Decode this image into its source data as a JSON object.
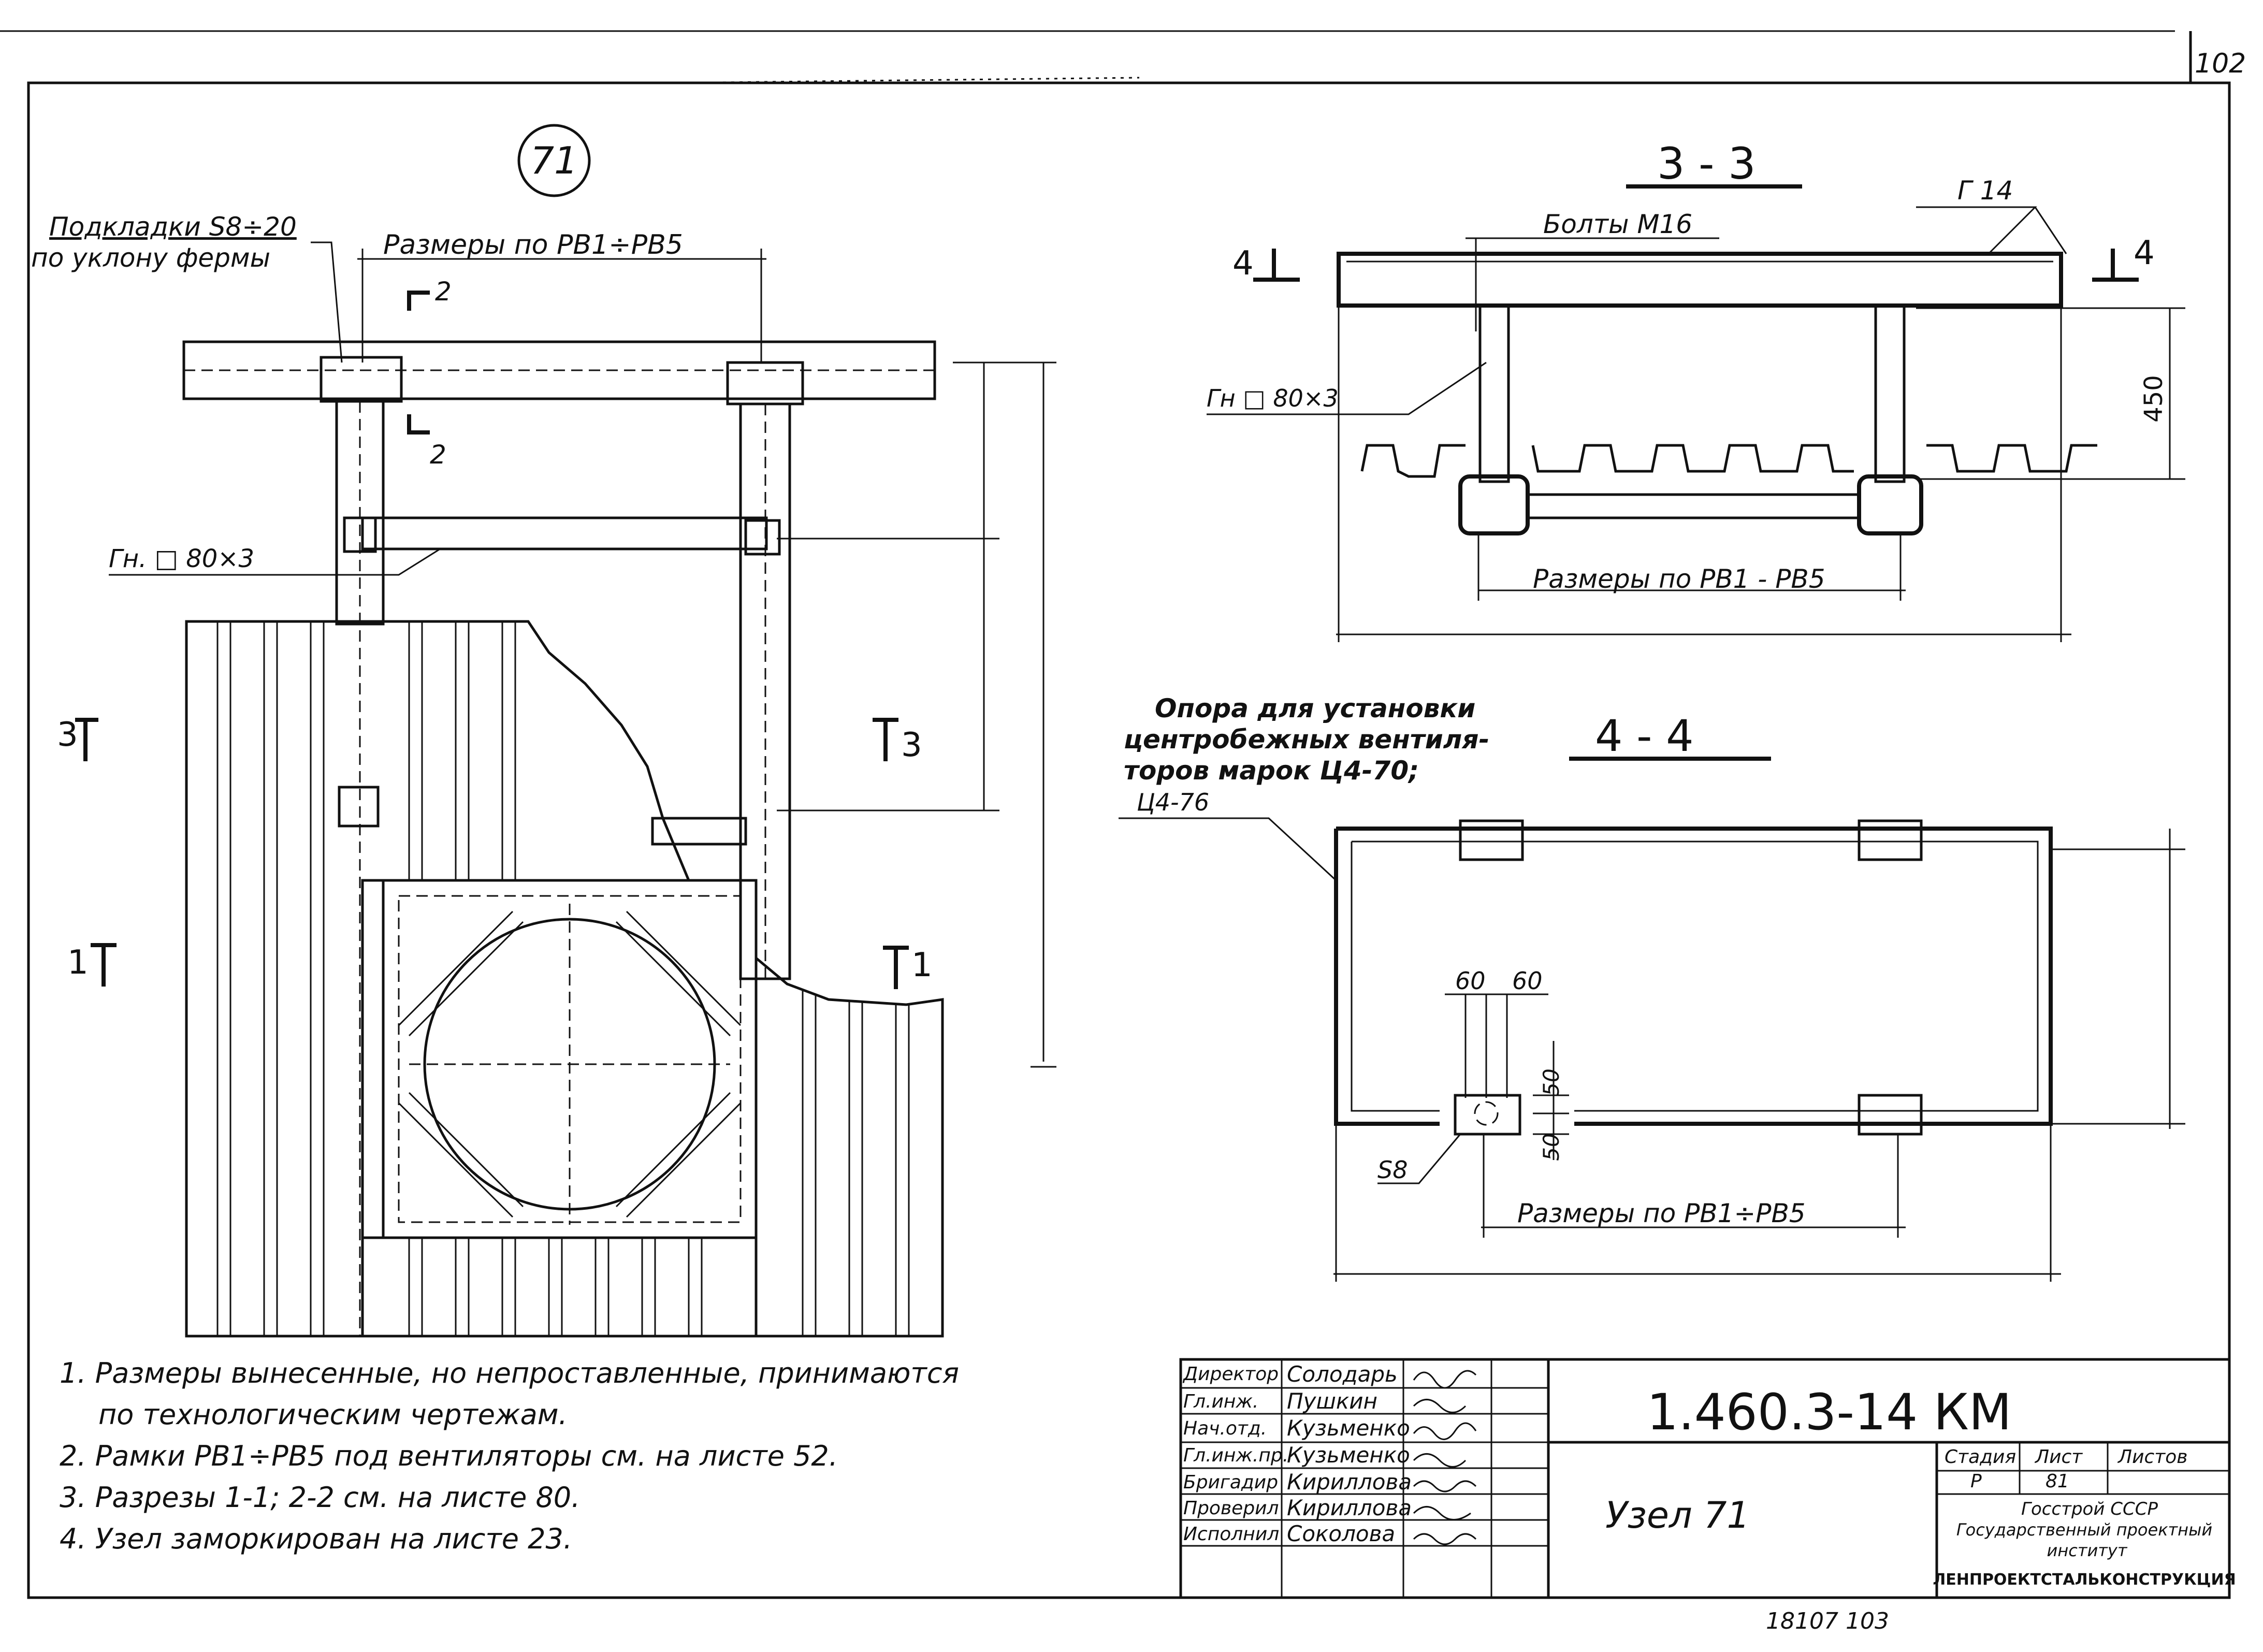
{
  "sheet": {
    "corner_number": "102",
    "bottom_number": "18107   103",
    "node_number": "71"
  },
  "plan": {
    "shims_label": "Подкладки S8÷20",
    "shims_label2": "по уклону фермы",
    "dims_label": "Размеры по РВ1÷РВ5",
    "pipe_label": "Гн. □ 80×3",
    "sec2_top": "2",
    "sec2_bottom": "2",
    "sec3_left": "3",
    "sec3_right": "3",
    "sec1_left": "1",
    "sec1_right": "1"
  },
  "view33": {
    "title": "3 - 3",
    "bolts": "Болты М16",
    "plate": "Г 14",
    "pipe": "Гн □ 80×3",
    "height": "450",
    "dims": "Размеры по РВ1 - РВ5",
    "cut_left": "4",
    "cut_right": "4"
  },
  "view44": {
    "title": "4 - 4",
    "desc1": "Опора для установки",
    "desc2": "центробежных вентиля-",
    "desc3": "торов марок Ц4-70;",
    "desc4": "Ц4-76",
    "d60a": "60",
    "d60b": "60",
    "d50a": "50",
    "d50b": "50",
    "s8": "S8",
    "dims": "Размеры по РВ1÷РВ5"
  },
  "notes": [
    "1. Размеры вынесенные, но непроставленные, принимаются",
    "по технологическим чертежам.",
    "2. Рамки РВ1÷РВ5  под вентиляторы  см.  на листе 52.",
    "3. Разрезы 1-1; 2-2 см.  на  листе 80.",
    "4. Узел заморкирован на листе 23."
  ],
  "titleblock": {
    "roles": [
      "Директор",
      "Гл.инж.",
      "Нач.отд.",
      "Гл.инж.пр.",
      "Бригадир",
      "Проверил",
      "Исполнил"
    ],
    "names": [
      "Солодарь",
      "Пушкин",
      "Кузьменко",
      "Кузьменко",
      "Кириллова",
      "Кириллова",
      "Соколова"
    ],
    "code": "1.460.3-14 КМ",
    "sheet_title": "Узел  71",
    "stage_h": "Стадия",
    "sheet_h": "Лист",
    "sheets_h": "Листов",
    "stage": "Р",
    "sheet": "81",
    "org1": "Госстрой СССР",
    "org2": "Государственный проектный",
    "org3": "институт",
    "org4": "ЛЕНПРОЕКТСТАЛЬКОНСТРУКЦИЯ"
  }
}
